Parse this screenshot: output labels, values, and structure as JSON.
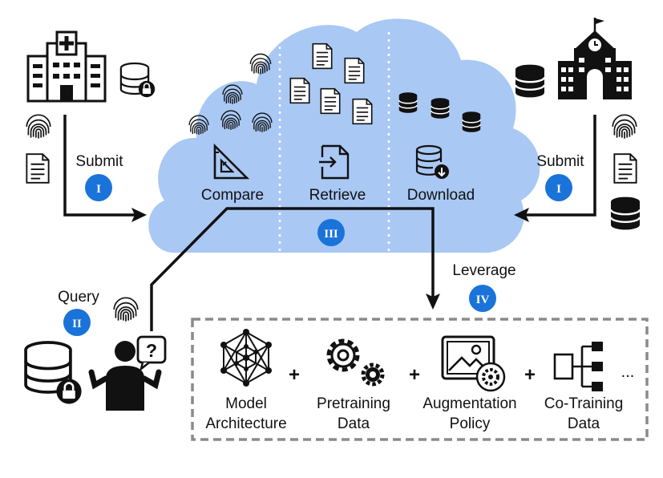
{
  "cloud": {
    "compare_label": "Compare",
    "retrieve_label": "Retrieve",
    "download_label": "Download"
  },
  "flows": {
    "submit_left": "Submit",
    "submit_right": "Submit",
    "query": "Query",
    "leverage": "Leverage"
  },
  "badges": {
    "submit_left": "I",
    "submit_right": "I",
    "query": "II",
    "cloud": "III",
    "leverage": "IV"
  },
  "components": [
    {
      "lines": [
        "Model",
        "Architecture"
      ]
    },
    {
      "lines": [
        "Pretraining",
        "Data"
      ]
    },
    {
      "lines": [
        "Augmentation",
        "Policy"
      ]
    },
    {
      "lines": [
        "Co-Training",
        "Data"
      ]
    }
  ],
  "operators": [
    "+",
    "+",
    "+"
  ],
  "ellipsis": "...",
  "colors": {
    "cloud": "#a9c8f4",
    "badge": "#1a73d9",
    "ink": "#111111",
    "box_border": "#8a8a8a"
  },
  "icons": [
    "hospital-icon",
    "school-icon",
    "database-lock-icon",
    "database-icon",
    "fingerprint-icon",
    "document-icon",
    "set-square-icon",
    "file-import-icon",
    "database-download-icon",
    "user-question-icon",
    "neural-network-icon",
    "gears-icon",
    "image-settings-icon",
    "tree-nodes-icon"
  ]
}
